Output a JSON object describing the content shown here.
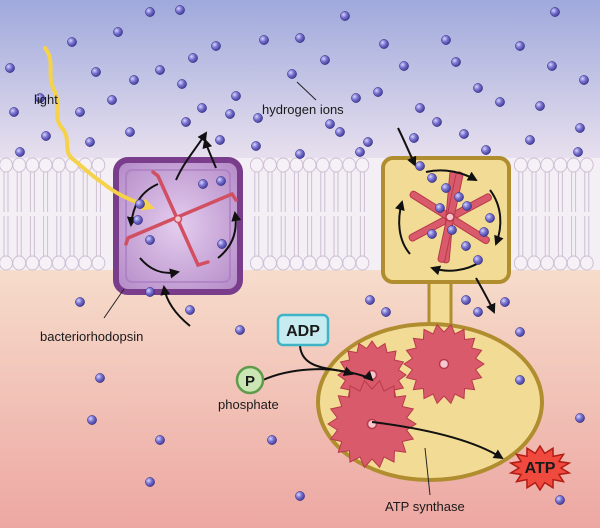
{
  "labels": {
    "light": "light",
    "hydrogen_ions": "hydrogen ions",
    "bacteriorhodopsin": "bacteriorhodopsin",
    "phosphate": "phosphate",
    "phosphate_symbol": "P",
    "adp": "ADP",
    "atp": "ATP",
    "atp_synthase": "ATP synthase"
  },
  "colors": {
    "outside_top": "#9fa9dc",
    "outside_bottom": "#e8e0ee",
    "inside_top": "#f6dccb",
    "inside_bottom": "#eda7a2",
    "membrane_lipid": "#f6f0f7",
    "membrane_outline": "#cdbfd4",
    "ion_fill": "#6d67c4",
    "bacteriorhodopsin_fill": "#c9a8d8",
    "bacteriorhodopsin_border": "#7a3d8c",
    "synthase_fill": "#f2dc95",
    "synthase_border": "#b08d2f",
    "gear_fill": "#d95b6b",
    "light_ray": "#f6d24a",
    "adp_fill": "#c6ecf1",
    "adp_border": "#3fb4c6",
    "phosphate_fill": "#c9e6b4",
    "phosphate_border": "#5f9a4d",
    "atp_fill": "#f04a3e"
  }
}
